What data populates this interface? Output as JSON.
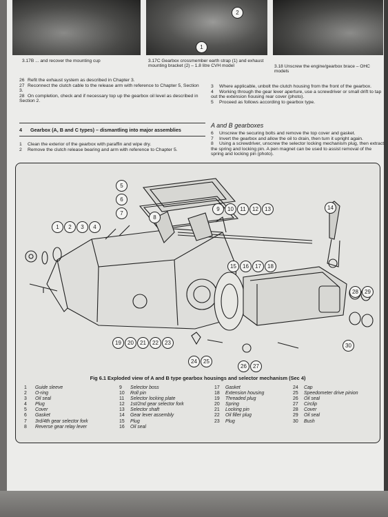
{
  "photos": [
    {
      "caption": "3.17B ... and recover the mounting cup"
    },
    {
      "caption": "3.17C Gearbox crossmember earth strap (1) and exhaust mounting bracket (2) – 1.8 litre CVH model",
      "callouts": [
        "1",
        "2"
      ]
    },
    {
      "caption": "3.18 Unscrew the engine/gearbox brace – OHC models"
    }
  ],
  "left_column": [
    {
      "num": "26",
      "text": "Refit the exhaust system as described in Chapter 3."
    },
    {
      "num": "27",
      "text": "Reconnect the clutch cable to the release arm with reference to Chapter 5, Section 3."
    },
    {
      "num": "28",
      "text": "On completion, check and if necessary top up the gearbox oil level as described in Section 2."
    }
  ],
  "section": {
    "num": "4",
    "title": "Gearbox (A, B and C types) – dismantling into major assemblies"
  },
  "section_paras": [
    {
      "num": "1",
      "text": "Clean the exterior of the gearbox with paraffin and wipe dry."
    },
    {
      "num": "2",
      "text": "Remove the clutch release bearing and arm with reference to Chapter 5."
    }
  ],
  "right_column": [
    {
      "num": "3",
      "text": "Where applicable, unbolt the clutch housing from the front of the gearbox."
    },
    {
      "num": "4",
      "text": "Working through the gear lever aperture, use a screwdriver or small drift to tap out the extension housing rear cover (photo)."
    },
    {
      "num": "5",
      "text": "Proceed as follows according to gearbox type."
    }
  ],
  "subheading": "A and B gearboxes",
  "right_column_2": [
    {
      "num": "6",
      "text": "Unscrew the securing bolts and remove the top cover and gasket."
    },
    {
      "num": "7",
      "text": "Invert the gearbox and allow the oil to drain, then turn it upright again."
    },
    {
      "num": "8",
      "text": "Using a screwdriver, unscrew the selector locking mechanism plug, then extract the spring and locking pin. A pen magnet can be used to assist removal of the spring and locking pin (photo)."
    }
  ],
  "figure": {
    "caption": "Fig 6.1 Exploded view of A and B type gearbox housings and selector mechanism (Sec 4)",
    "callouts": [
      "1",
      "2",
      "3",
      "4",
      "5",
      "6",
      "7",
      "8",
      "9",
      "10",
      "11",
      "12",
      "13",
      "14",
      "15",
      "16",
      "17",
      "18",
      "19",
      "20",
      "21",
      "22",
      "23",
      "24",
      "25",
      "26",
      "27",
      "28",
      "29",
      "30"
    ]
  },
  "legend": [
    [
      {
        "n": "1",
        "label": "Guide sleeve"
      },
      {
        "n": "2",
        "label": "O-ring"
      },
      {
        "n": "3",
        "label": "Oil seal"
      },
      {
        "n": "4",
        "label": "Plug"
      },
      {
        "n": "5",
        "label": "Cover"
      },
      {
        "n": "6",
        "label": "Gasket"
      },
      {
        "n": "7",
        "label": "3rd/4th gear selector fork"
      },
      {
        "n": "8",
        "label": "Reverse gear relay lever"
      }
    ],
    [
      {
        "n": "9",
        "label": "Selector boss"
      },
      {
        "n": "10",
        "label": "Roll pin"
      },
      {
        "n": "11",
        "label": "Selector locking plate"
      },
      {
        "n": "12",
        "label": "1st/2nd gear selector fork"
      },
      {
        "n": "13",
        "label": "Selector shaft"
      },
      {
        "n": "14",
        "label": "Gear lever assembly"
      },
      {
        "n": "15",
        "label": "Plug"
      },
      {
        "n": "16",
        "label": "Oil seal"
      }
    ],
    [
      {
        "n": "17",
        "label": "Gasket"
      },
      {
        "n": "18",
        "label": "Extension housing"
      },
      {
        "n": "19",
        "label": "Threaded plug"
      },
      {
        "n": "20",
        "label": "Spring"
      },
      {
        "n": "21",
        "label": "Locking pin"
      },
      {
        "n": "22",
        "label": "Oil filler plug"
      },
      {
        "n": "23",
        "label": "Plug"
      }
    ],
    [
      {
        "n": "24",
        "label": "Cap"
      },
      {
        "n": "25",
        "label": "Speedometer drive pinion"
      },
      {
        "n": "26",
        "label": "Oil seal"
      },
      {
        "n": "27",
        "label": "Circlip"
      },
      {
        "n": "28",
        "label": "Cover"
      },
      {
        "n": "29",
        "label": "Oil seal"
      },
      {
        "n": "30",
        "label": "Bush"
      }
    ]
  ]
}
